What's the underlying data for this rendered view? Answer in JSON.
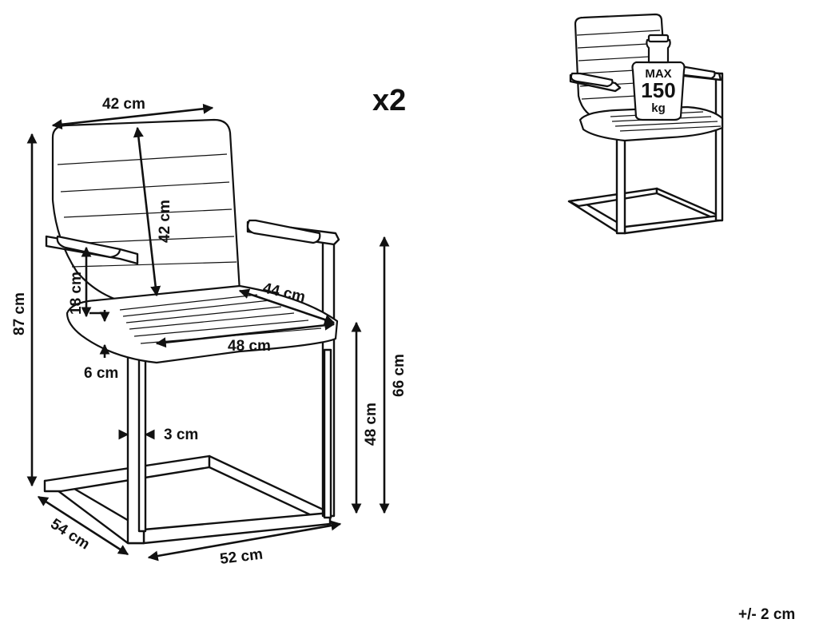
{
  "quantity": "x2",
  "tolerance": "+/- 2 cm",
  "dimensions": {
    "backrest_width": "42 cm",
    "backrest_height": "42 cm",
    "armrest_height": "18 cm",
    "total_height": "87 cm",
    "seat_depth": "44 cm",
    "seat_width": "48 cm",
    "seat_thickness": "6 cm",
    "frame_thickness": "3 cm",
    "seat_height": "48 cm",
    "armrest_floor_height": "66 cm",
    "base_depth": "54 cm",
    "base_width": "52 cm"
  },
  "max_load": {
    "line1": "MAX",
    "line2": "150",
    "line3": "kg"
  }
}
